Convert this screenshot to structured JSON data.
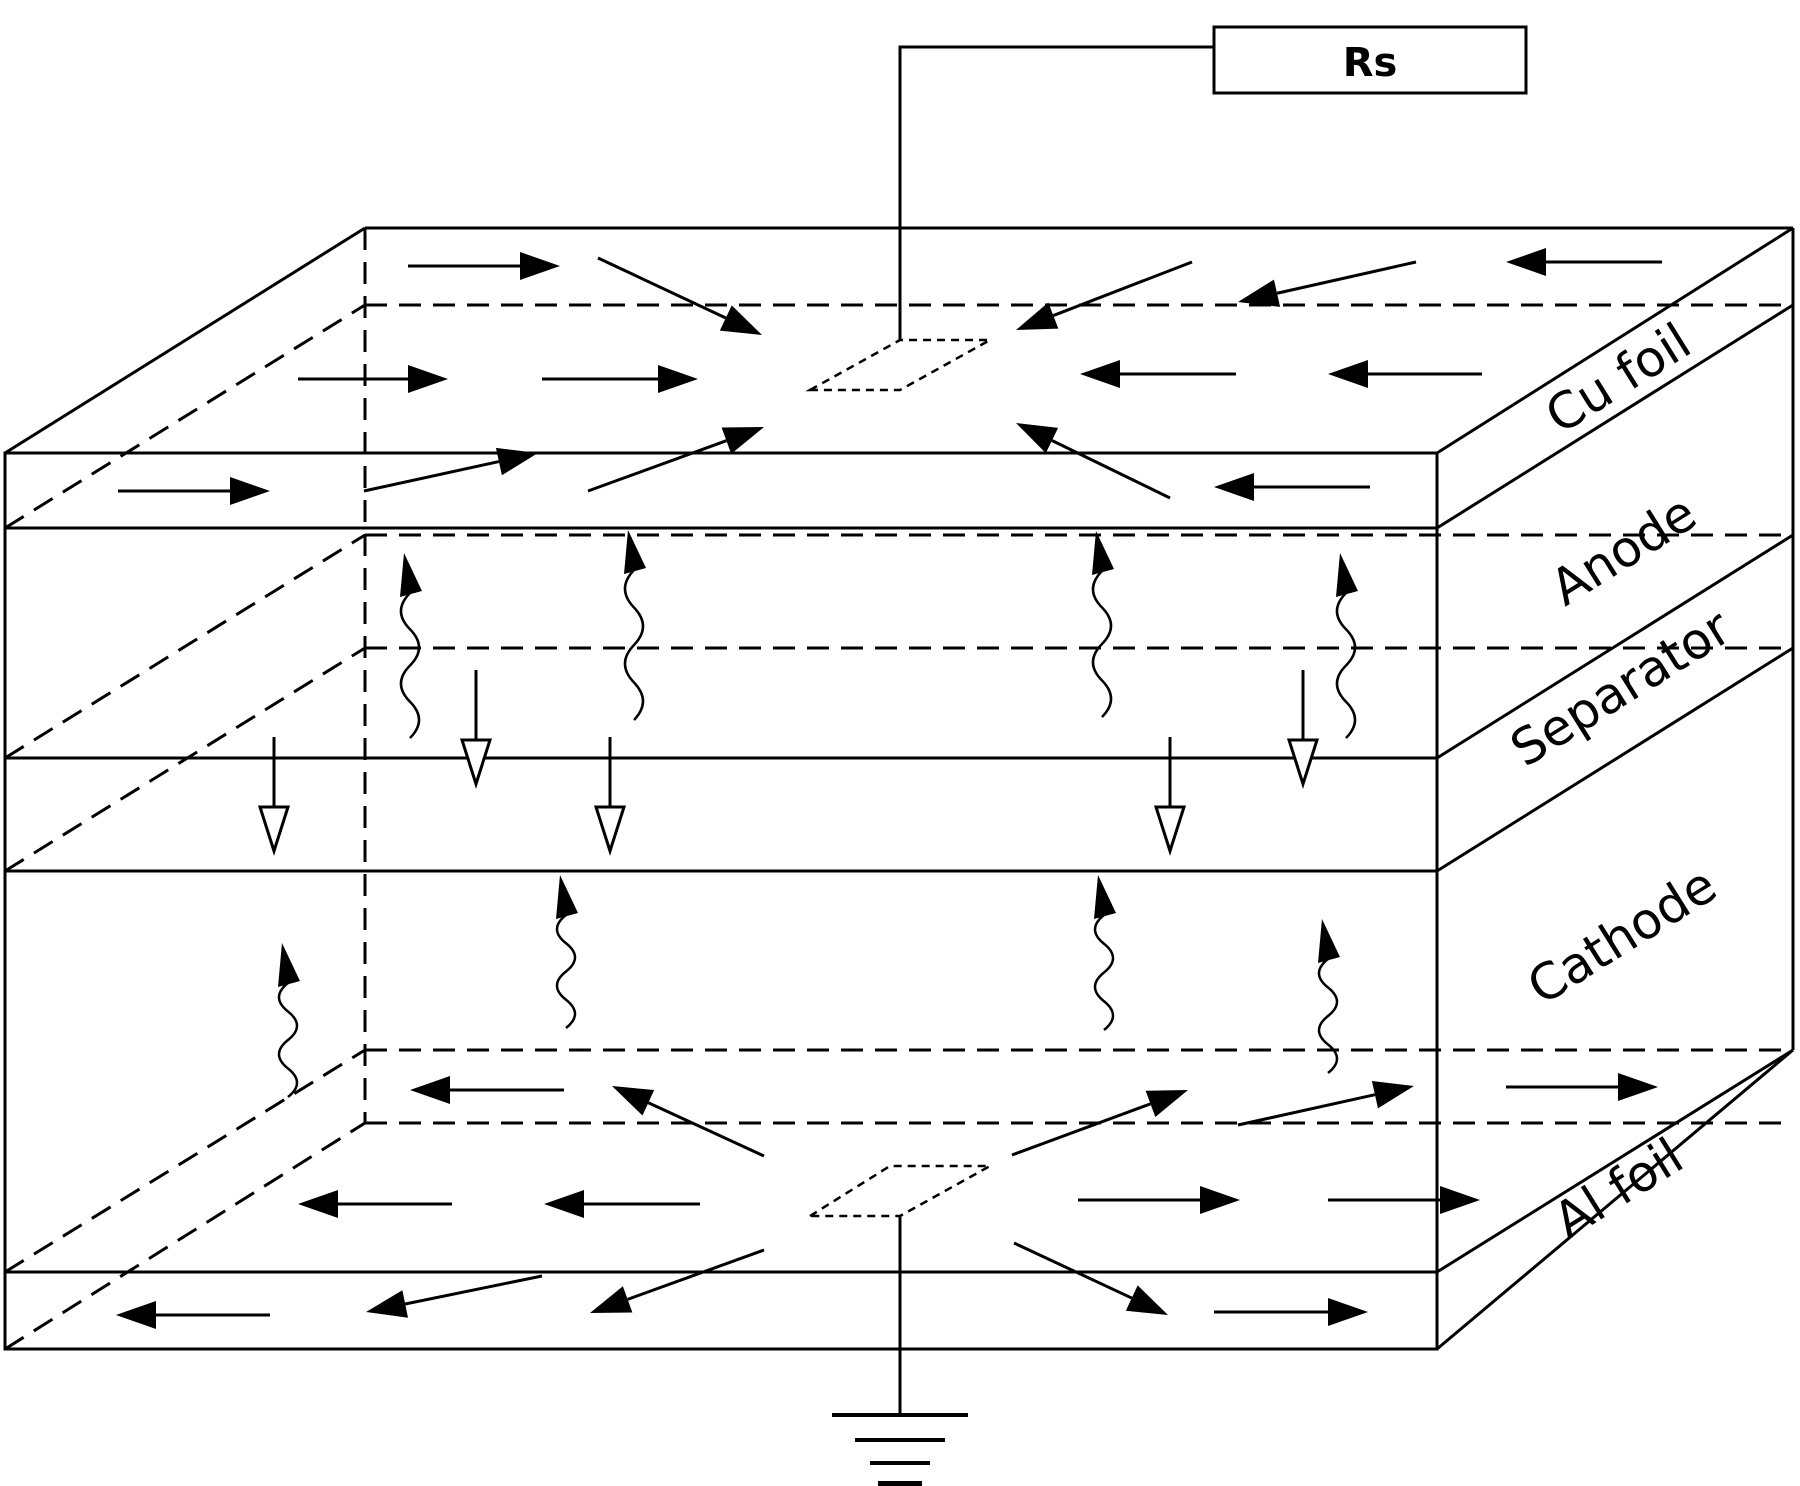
{
  "labels": {
    "resistor": "Rs",
    "cu_foil": "Cu foil",
    "anode": "Anode",
    "separator": "Separator",
    "cathode": "Cathode",
    "al_foil": "Al foil"
  },
  "colors": {
    "stroke": "#000000",
    "background": "#ffffff",
    "hollow_fill": "#ffffff"
  }
}
